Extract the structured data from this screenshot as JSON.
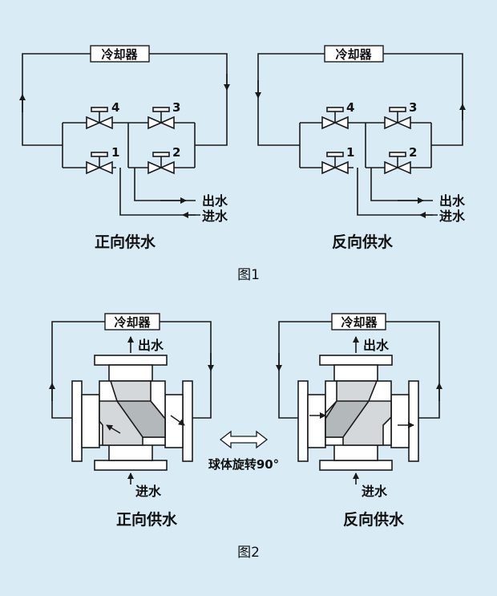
{
  "colors": {
    "background": "#d9ecf6",
    "line": "#1a1a1a",
    "box_fill": "#ffffff"
  },
  "fig1": {
    "caption": "图1",
    "forward": {
      "cooler": "冷却器",
      "valve_labels": [
        "4",
        "3",
        "1",
        "2"
      ],
      "outlet": "出水",
      "inlet": "进水",
      "title": "正向供水"
    },
    "reverse": {
      "cooler": "冷却器",
      "valve_labels": [
        "4",
        "3",
        "1",
        "2"
      ],
      "outlet": "出水",
      "inlet": "进水",
      "title": "反向供水"
    }
  },
  "fig2": {
    "caption": "图2",
    "forward": {
      "cooler": "冷却器",
      "outlet": "出水",
      "inlet": "进水",
      "title": "正向供水"
    },
    "reverse": {
      "cooler": "冷却器",
      "outlet": "出水",
      "inlet": "进水",
      "title": "反向供水"
    },
    "rotation_note": "球体旋转90°"
  }
}
